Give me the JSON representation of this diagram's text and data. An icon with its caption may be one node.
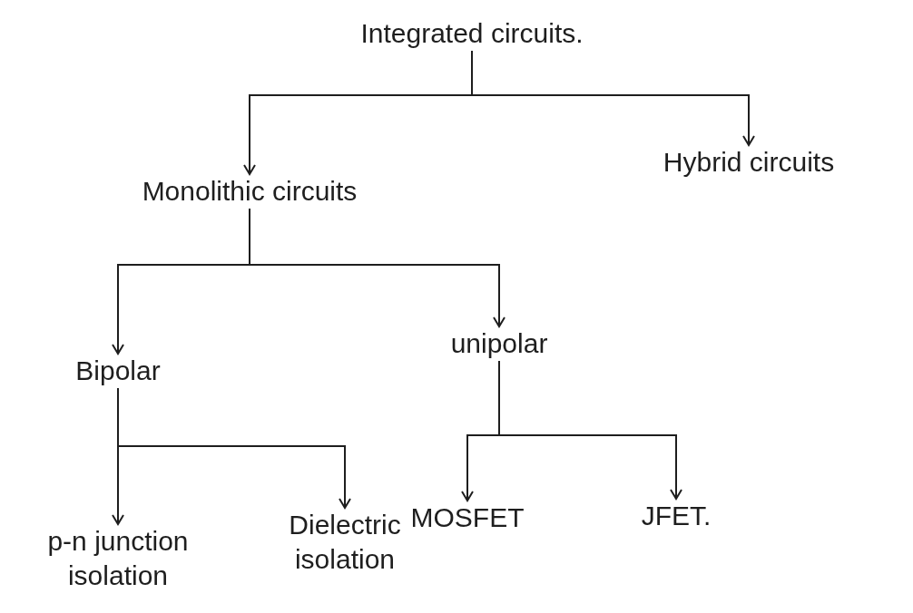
{
  "diagram": {
    "nodes": [
      {
        "text": [
          "Integrated circuits."
        ]
      },
      {
        "text": [
          "Monolithic circuits"
        ]
      },
      {
        "text": [
          "Hybrid circuits"
        ]
      },
      {
        "text": [
          "Bipolar"
        ]
      },
      {
        "text": [
          "unipolar"
        ]
      },
      {
        "text": [
          "p-n junction isolation"
        ]
      },
      {
        "text": [
          "Dielectric isolation"
        ]
      },
      {
        "text": [
          "MOSFET"
        ]
      },
      {
        "text": [
          "JFET."
        ]
      }
    ],
    "edges": [
      {
        "from": 0,
        "to": 1,
        "arrow": "to"
      },
      {
        "from": 0,
        "to": 2,
        "arrow": "to"
      },
      {
        "from": 1,
        "to": 3,
        "arrow": "to"
      },
      {
        "from": 1,
        "to": 4,
        "arrow": "to"
      },
      {
        "from": 3,
        "to": 5,
        "arrow": "to"
      },
      {
        "from": 3,
        "to": 6,
        "arrow": "to"
      },
      {
        "from": 4,
        "to": 7,
        "arrow": "to"
      },
      {
        "from": 4,
        "to": 8,
        "arrow": "to"
      }
    ]
  }
}
